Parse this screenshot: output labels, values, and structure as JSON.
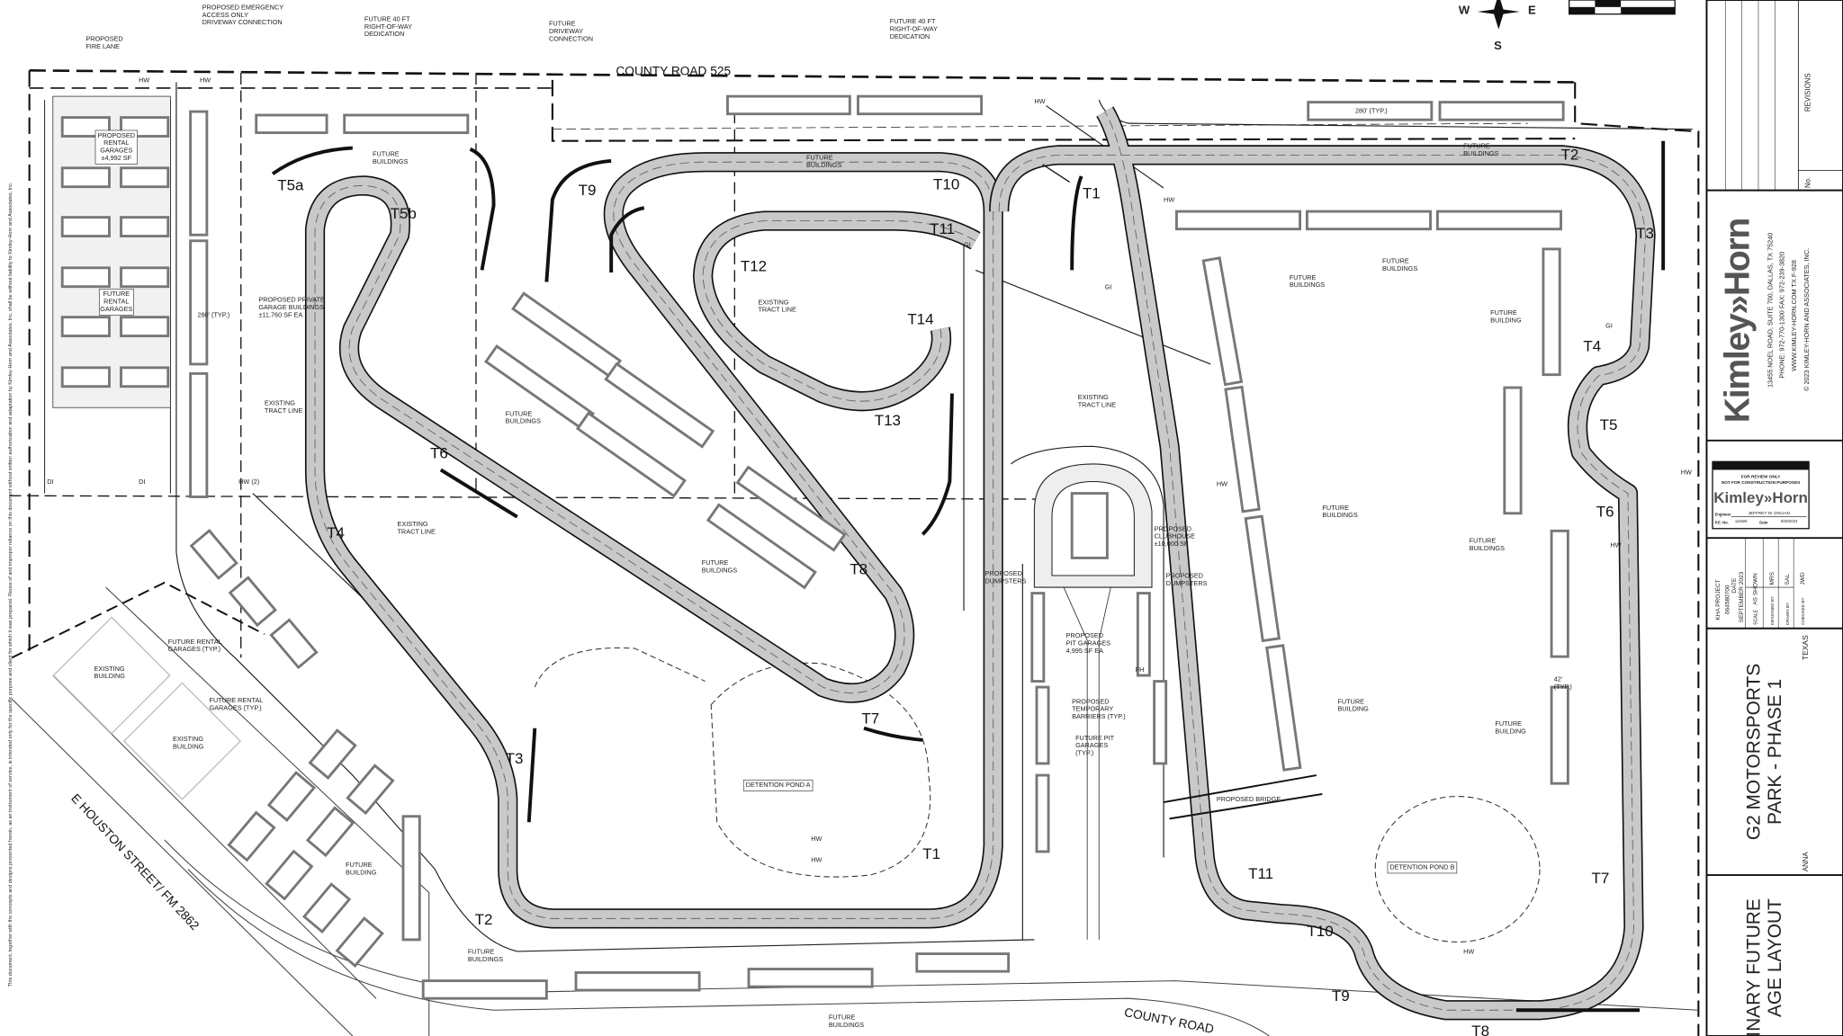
{
  "roads": {
    "county_road_525": "COUNTY ROAD 525",
    "houston_street": "E HOUSTON STREET/ FM 2862",
    "county_road_bottom": "COUNTY ROAD"
  },
  "compass": {
    "west": "W",
    "east": "E",
    "south": "S"
  },
  "turns": [
    "T5a",
    "T5b",
    "T9",
    "T10",
    "T11",
    "T12",
    "T14",
    "T13",
    "T6",
    "T4",
    "T8",
    "T7",
    "T3",
    "T1",
    "T2",
    "T1",
    "T2",
    "T3",
    "T4",
    "T5",
    "T6",
    "T7",
    "T11",
    "T10",
    "T9",
    "T8"
  ],
  "annotations": [
    {
      "lines": [
        "PROPOSED",
        "FIRE LANE"
      ]
    },
    {
      "lines": [
        "PROPOSED EMERGENCY",
        "ACCESS ONLY",
        "DRIVEWAY CONNECTION"
      ]
    },
    {
      "lines": [
        "FUTURE 40 FT",
        "RIGHT-OF-WAY",
        "DEDICATION"
      ]
    },
    {
      "lines": [
        "FUTURE",
        "DRIVEWAY",
        "CONNECTION"
      ]
    },
    {
      "lines": [
        "FUTURE 40 FT",
        "RIGHT-OF-WAY",
        "DEDICATION"
      ]
    },
    {
      "lines": [
        "PROPOSED",
        "RENTAL",
        "GARAGES",
        "±4,992 SF"
      ]
    },
    {
      "lines": [
        "FUTURE",
        "RENTAL",
        "GARAGES"
      ]
    },
    {
      "lines": [
        "PROPOSED PRIVATE",
        "GARAGE BUILDINGS",
        "±11,760 SF EA"
      ]
    },
    {
      "lines": [
        "EXISTING",
        "TRACT LINE"
      ]
    },
    {
      "lines": [
        "EXISTING",
        "TRACT LINE"
      ]
    },
    {
      "lines": [
        "FUTURE",
        "BUILDINGS"
      ]
    },
    {
      "lines": [
        "FUTURE",
        "BUILDINGS"
      ]
    },
    {
      "lines": [
        "EXISTING",
        "TRACT LINE"
      ]
    },
    {
      "lines": [
        "FUTURE",
        "BUILDINGS"
      ]
    },
    {
      "lines": [
        "FUTURE",
        "BUILDINGS"
      ]
    },
    {
      "lines": [
        "FUTURE RENTAL",
        "GARAGES (TYP.)"
      ]
    },
    {
      "lines": [
        "FUTURE RENTAL",
        "GARAGES (TYP.)"
      ]
    },
    {
      "lines": [
        "EXISTING",
        "BUILDING"
      ]
    },
    {
      "lines": [
        "EXISTING",
        "BUILDING"
      ]
    },
    {
      "lines": [
        "FUTURE",
        "BUILDING"
      ]
    },
    {
      "lines": [
        "FUTURE",
        "BUILDINGS"
      ]
    },
    {
      "lines": [
        "FUTURE",
        "BUILDINGS"
      ]
    },
    {
      "lines": [
        "DETENTION POND A"
      ]
    },
    {
      "lines": [
        "EXISTING",
        "TRACT LINE"
      ]
    },
    {
      "lines": [
        "PROPOSED",
        "CLUBHOUSE",
        "±10,000 SF"
      ]
    },
    {
      "lines": [
        "PROPOSED",
        "DUMPSTERS"
      ]
    },
    {
      "lines": [
        "PROPOSED",
        "DUMPSTERS"
      ]
    },
    {
      "lines": [
        "PROPOSED",
        "PIT GARAGES",
        "4,995 SF EA"
      ]
    },
    {
      "lines": [
        "PROPOSED",
        "TEMPORARY",
        "BARRIERS (TYP.)"
      ]
    },
    {
      "lines": [
        "FUTURE PIT",
        "GARAGES",
        "(TYP.)"
      ]
    },
    {
      "lines": [
        "PROPOSED BRIDGE"
      ]
    },
    {
      "lines": [
        "DETENTION POND B"
      ]
    },
    {
      "lines": [
        "FUTURE",
        "BUILDINGS"
      ]
    },
    {
      "lines": [
        "FUTURE",
        "BUILDINGS"
      ]
    },
    {
      "lines": [
        "FUTURE",
        "BUILDINGS"
      ]
    },
    {
      "lines": [
        "FUTURE",
        "BUILDING"
      ]
    },
    {
      "lines": [
        "FUTURE",
        "BUILDINGS"
      ]
    },
    {
      "lines": [
        "FUTURE",
        "BUILDINGS"
      ]
    },
    {
      "lines": [
        "FUTURE",
        "BUILDING"
      ]
    },
    {
      "lines": [
        "FUTURE",
        "BUILDING"
      ]
    },
    {
      "lines": [
        "280' (TYP.)"
      ]
    },
    {
      "lines": [
        "280' (TYP.)"
      ]
    },
    {
      "lines": [
        "42'",
        "(TYP.)"
      ]
    },
    {
      "lines": [
        "HW"
      ]
    },
    {
      "lines": [
        "HW"
      ]
    },
    {
      "lines": [
        "HW (2)"
      ]
    },
    {
      "lines": [
        "DI"
      ]
    },
    {
      "lines": [
        "DI"
      ]
    },
    {
      "lines": [
        "HW"
      ]
    },
    {
      "lines": [
        "HW"
      ]
    },
    {
      "lines": [
        "HW"
      ]
    },
    {
      "lines": [
        "HW"
      ]
    },
    {
      "lines": [
        "HW"
      ]
    },
    {
      "lines": [
        "GI"
      ]
    },
    {
      "lines": [
        "GI"
      ]
    },
    {
      "lines": [
        "GI"
      ]
    },
    {
      "lines": [
        "FH"
      ]
    },
    {
      "lines": [
        "HW"
      ]
    },
    {
      "lines": [
        "HW"
      ]
    },
    {
      "lines": [
        "HW"
      ]
    }
  ],
  "disclaimer": "This document, together with the concepts and designs presented herein, as an instrument of service, is intended only for the specific purpose and client for which it was prepared. Reuse of and improper reliance on this document without written authorization and adaptation by Kimley-Horn and Associates, Inc. shall be without liability to Kimley-Horn and Associates, Inc.",
  "title_block": {
    "revisions_label": "REVISIONS",
    "no_label": "No.",
    "logo": "Kimley»Horn",
    "address": [
      "13455 NOEL ROAD, SUITE 700, DALLAS, TX 75240",
      "PHONE: 972-770-1300  FAX: 972-239-3820",
      "WWW.KIMLEY-HORN.COM  TX F-928",
      "© 2023 KIMLEY-HORN AND ASSOCIATES, INC."
    ],
    "seal": {
      "line1": "FOR REVIEW ONLY",
      "line2": "NOT FOR CONSTRUCTION PURPOSES",
      "logo": "Kimley»Horn",
      "engineer_label": "Engineer",
      "engineer": "JEFFREY W. DOLIAN",
      "pe_label": "P.E. No.",
      "pe_no": "114826",
      "date_label": "Date",
      "date": "9/25/2023"
    },
    "project": {
      "kha_label": "KHA PROJECT",
      "kha_no": "064580700",
      "date_label": "DATE",
      "date": "SEPTEMBER 2023",
      "scale_label": "SCALE",
      "scale": "AS SHOWN",
      "designed_label": "DESIGNED BY",
      "designed": "MRS",
      "drawn_label": "DRAWN BY",
      "drawn": "SAL",
      "checked_label": "CHECKED BY",
      "checked": "JWD"
    },
    "project_title_1": "G2 MOTORSPORTS",
    "project_title_2": "PARK - PHASE 1",
    "city": "ANNA",
    "state": "TEXAS",
    "sheet_title_1": "INARY FUTURE",
    "sheet_title_2": "AGE LAYOUT"
  }
}
